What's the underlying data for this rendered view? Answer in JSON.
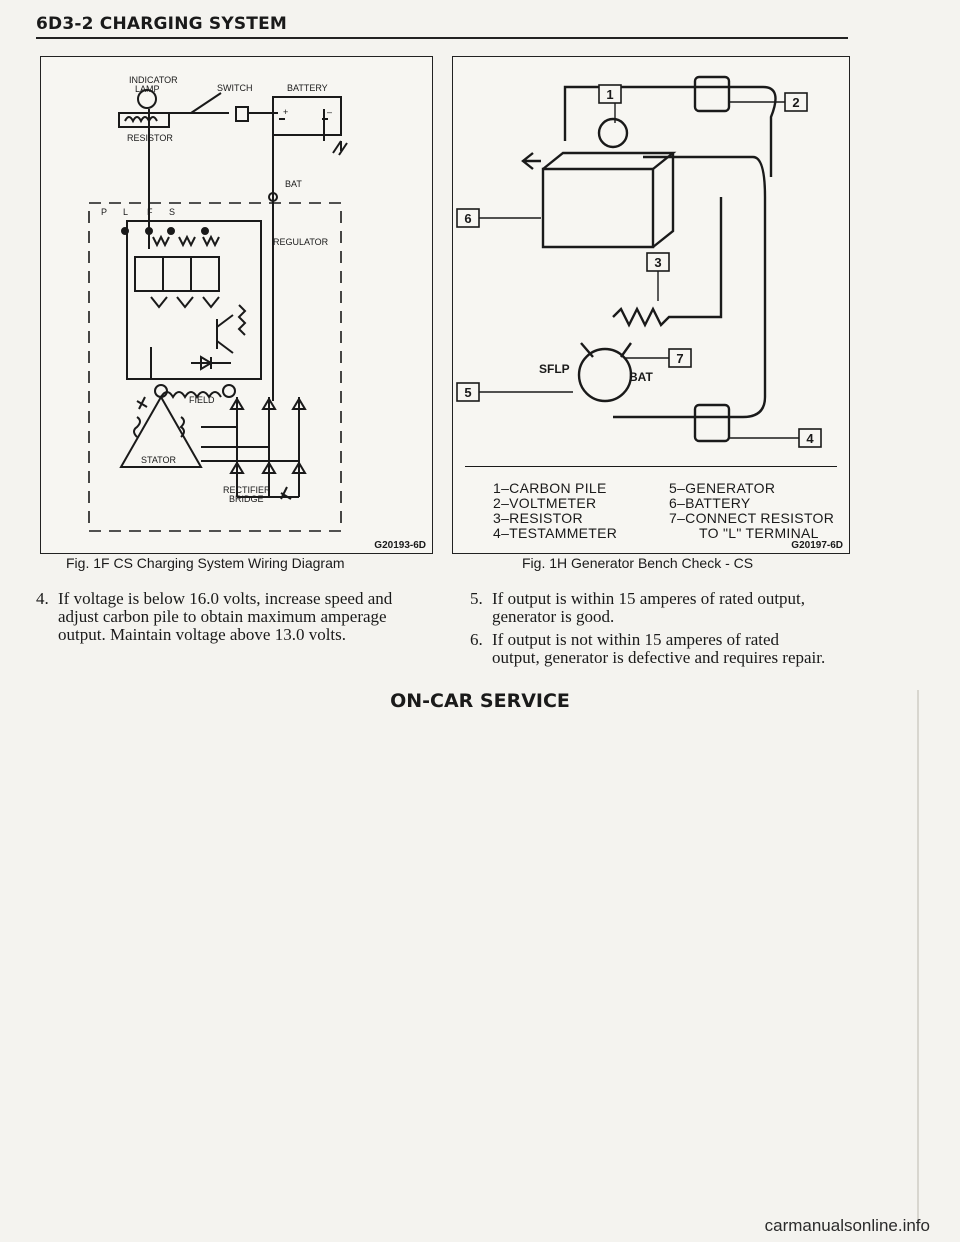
{
  "header": {
    "title": "6D3-2  CHARGING SYSTEM"
  },
  "fig_left": {
    "caption": "Fig. 1F CS Charging System Wiring Diagram",
    "code": "G20193-6D",
    "labels": {
      "indicator": "INDICATOR",
      "lamp": "LAMP",
      "switch": "SWITCH",
      "battery": "BATTERY",
      "resistor": "RESISTOR",
      "bat": "BAT",
      "p": "P",
      "l": "L",
      "f": "F",
      "s": "S",
      "regulator": "REGULATOR",
      "field": "FIELD",
      "stator": "STATOR",
      "rectifier": "RECTIFIER",
      "bridge": "BRIDGE",
      "plus": "+",
      "minus": "–"
    }
  },
  "fig_right": {
    "caption": "Fig. 1H Generator Bench Check - CS",
    "code": "G20197-6D",
    "callouts": [
      "1",
      "2",
      "3",
      "4",
      "5",
      "6",
      "7"
    ],
    "labels": {
      "sflp": "SFLP",
      "bat": "BAT"
    },
    "legend_left": [
      "1–CARBON PILE",
      "2–VOLTMETER",
      "3–RESISTOR",
      "4–TESTAMMETER"
    ],
    "legend_right": [
      "5–GENERATOR",
      "6–BATTERY",
      "7–CONNECT RESISTOR",
      "TO \"L\" TERMINAL"
    ]
  },
  "steps": [
    {
      "num": "4.",
      "lines": [
        "If voltage is below 16.0 volts, increase speed and",
        "adjust carbon pile to obtain maximum amperage",
        "output. Maintain voltage above 13.0 volts."
      ]
    },
    {
      "num": "5.",
      "lines": [
        "If output is within 15 amperes of rated output,",
        "generator is good."
      ]
    },
    {
      "num": "6.",
      "lines": [
        "If output is not within 15 amperes of rated",
        "output, generator is defective and requires repair."
      ]
    }
  ],
  "section_title": "ON-CAR SERVICE",
  "watermark": "carmanualsonline.info"
}
